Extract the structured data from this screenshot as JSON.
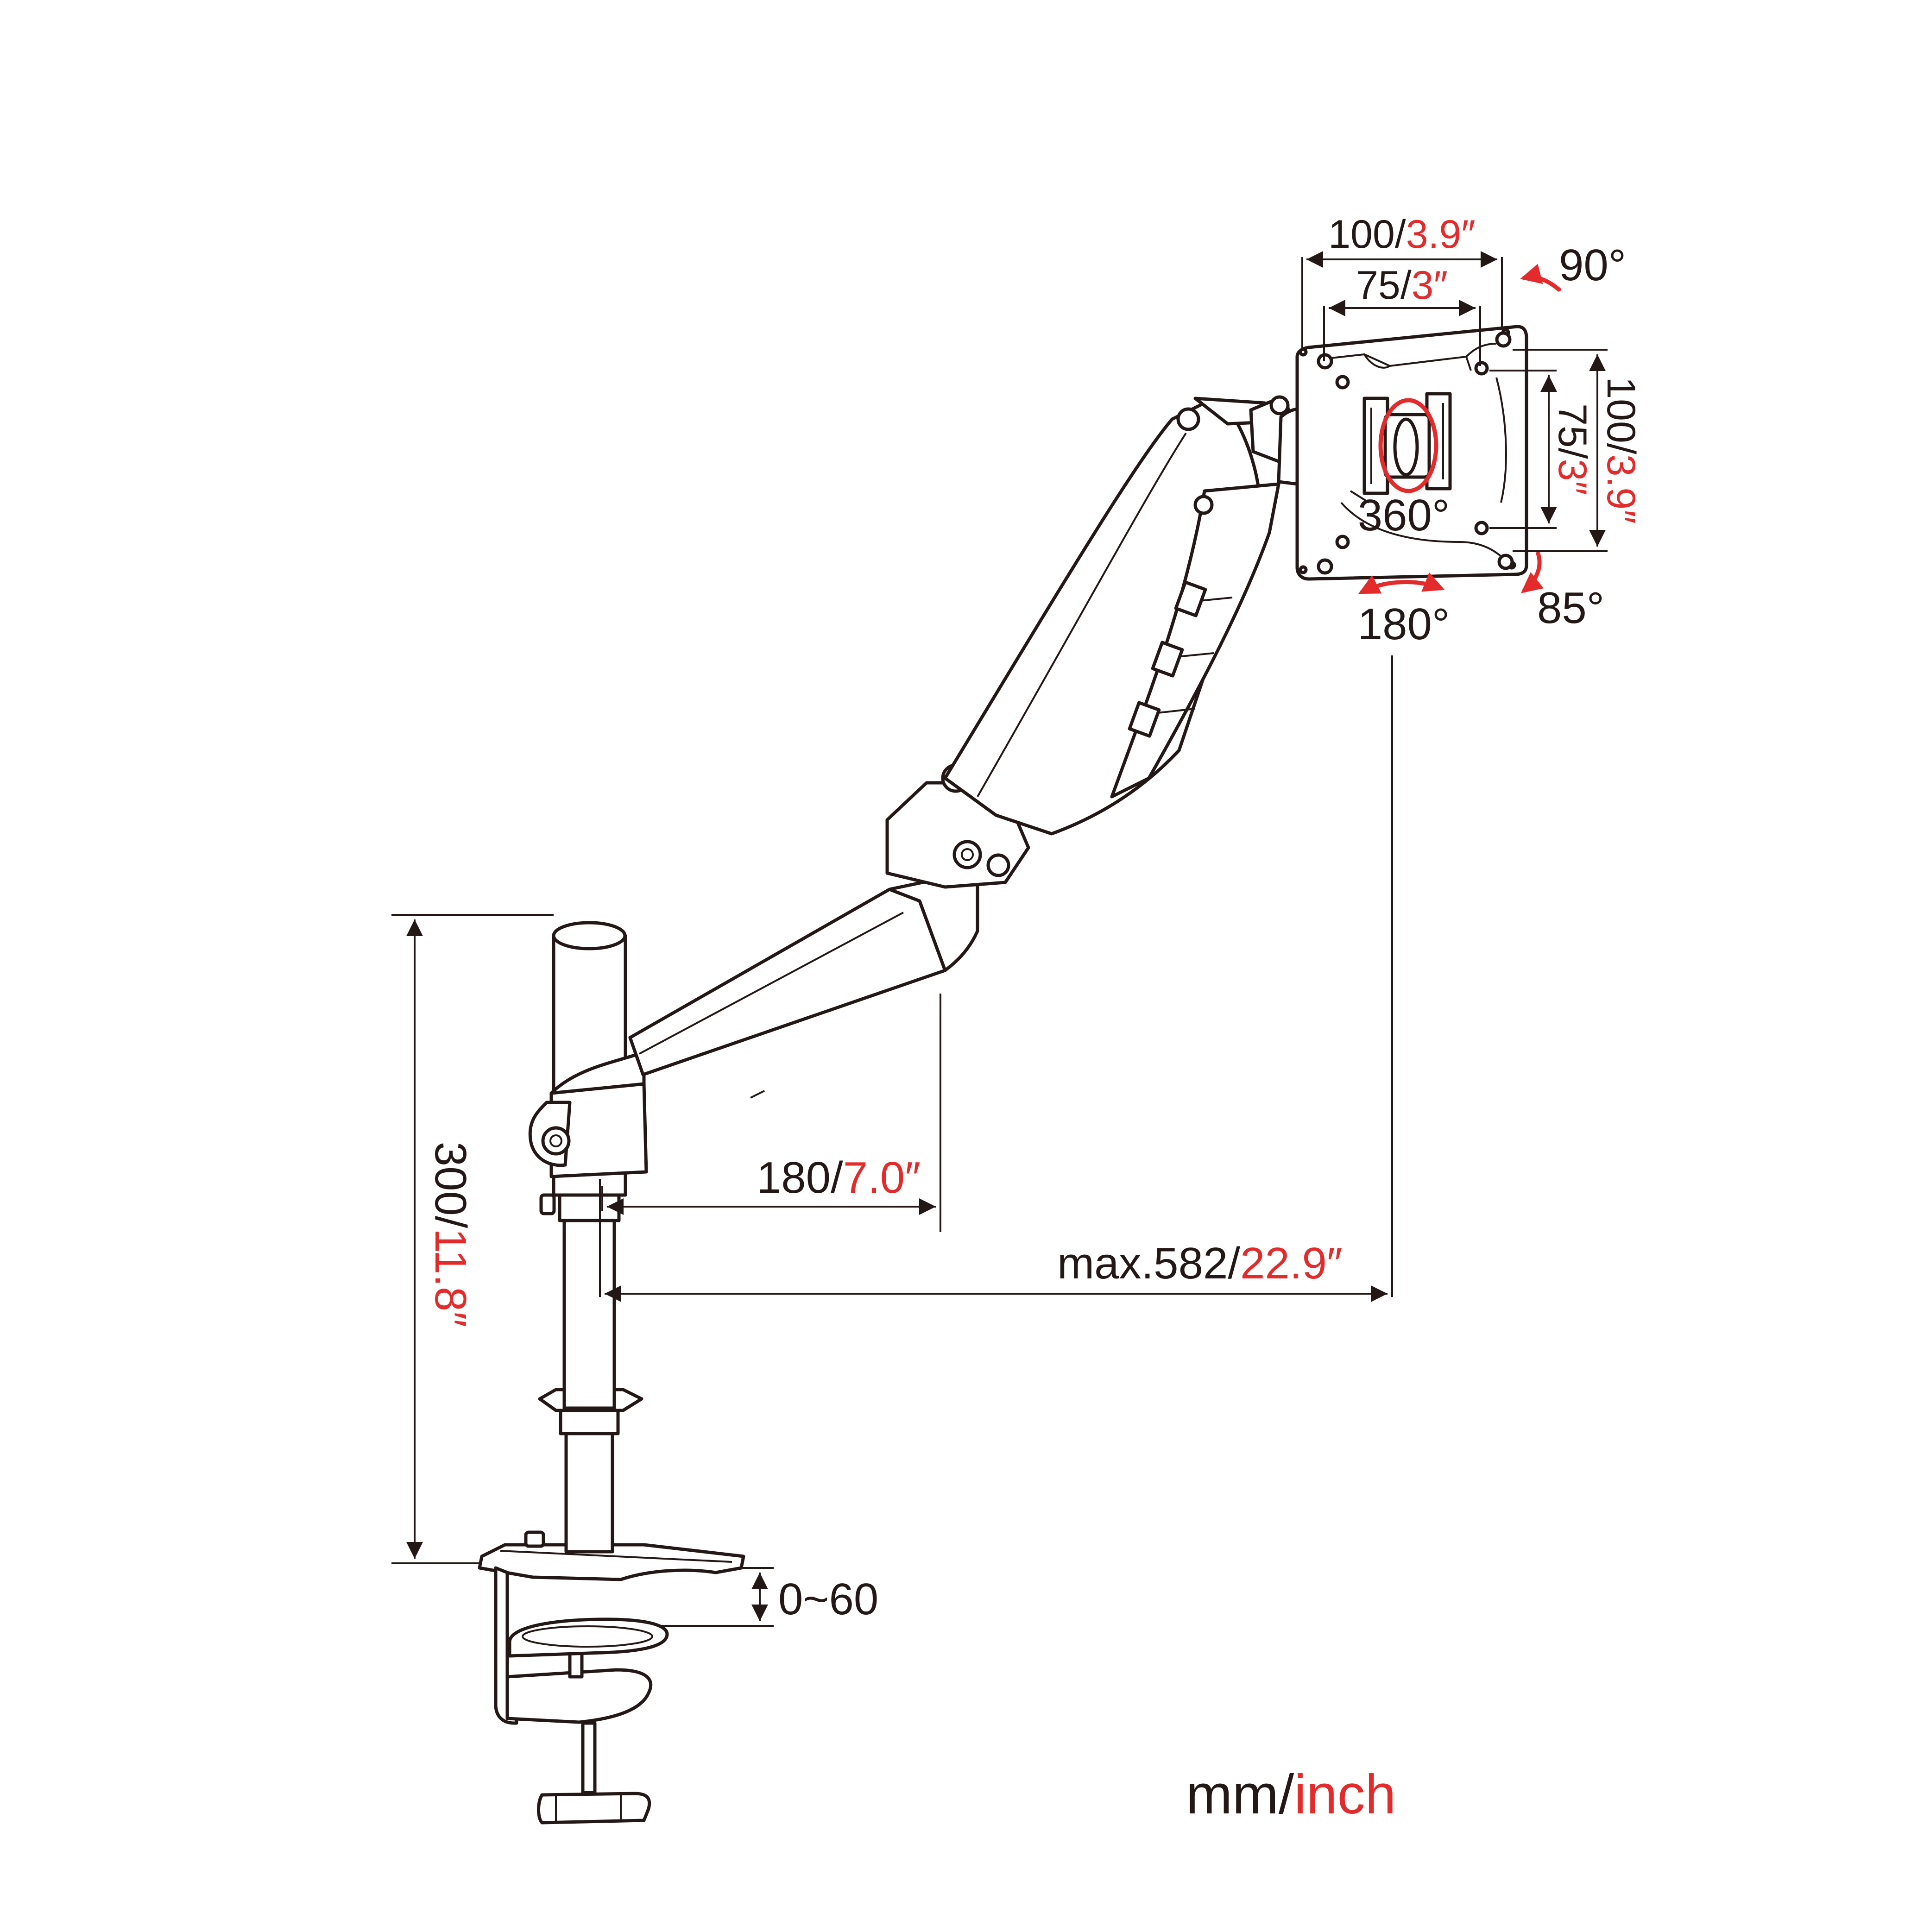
{
  "colors": {
    "ink": "#231815",
    "accent": "#e32b2b"
  },
  "vesa": {
    "outer_w_mm": "100/",
    "outer_w_in": "3.9″",
    "inner_w_mm": "75/",
    "inner_w_in": "3″",
    "outer_h_mm": "100/",
    "outer_h_in": "3.9″",
    "inner_h_mm": "75/",
    "inner_h_in": "3″"
  },
  "rotation": {
    "tilt_up": "90°",
    "tilt_down": "85°",
    "rotate": "360°",
    "swivel": "180°"
  },
  "dimensions": {
    "arm_min_mm": "180/",
    "arm_min_in": "7.0″",
    "arm_max_mm": "max.582/",
    "arm_max_in": "22.9″",
    "pole_mm": "300/",
    "pole_in": "11.8″",
    "clamp_range": "0~60"
  },
  "units": {
    "metric": "mm/",
    "imperial": "inch"
  }
}
